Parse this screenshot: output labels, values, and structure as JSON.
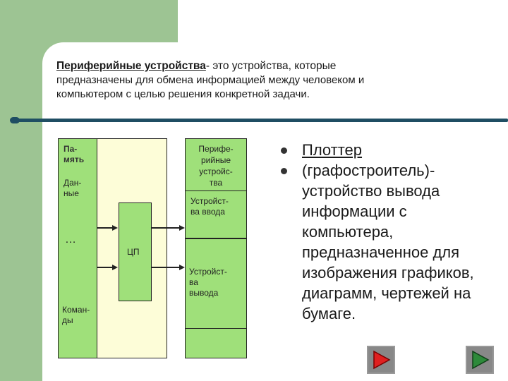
{
  "heading": {
    "term": "Периферийные устройства",
    "rest_line1": "- это устройства, которые",
    "line2": "предназначены для обмена информацией между человеком и",
    "line3": "компьютером с целью решения конкретной задачи."
  },
  "diagram": {
    "memory_label_1": "Па-",
    "memory_label_2": "мять",
    "data_label_1": "Дан-",
    "data_label_2": "ные",
    "ellipsis": "…",
    "commands_label_1": "Коман-",
    "commands_label_2": "ды",
    "cpu_label": "ЦП",
    "peripheral_label_1": "Перифе-",
    "peripheral_label_2": "рийные",
    "peripheral_label_3": "устройс-",
    "peripheral_label_4": "тва",
    "input_label_1": "Устройст-",
    "input_label_2": "ва ввода",
    "output_label_1": "Устройст-",
    "output_label_2": "ва",
    "output_label_3": "вывода"
  },
  "bullets": [
    {
      "lines": [
        "Плоттер"
      ],
      "underlined": true
    },
    {
      "lines": [
        "(графостроитель)-",
        "устройство вывода",
        "информации с",
        "компьютера,",
        "предназначенное для",
        "изображения графиков,",
        "диаграмм, чертежей на",
        "бумаге."
      ],
      "underlined": false
    }
  ],
  "nav": {
    "back_icon": "play-red-icon",
    "forward_icon": "play-green-icon",
    "back_color": "#e02020",
    "forward_color": "#2d8a3a"
  }
}
